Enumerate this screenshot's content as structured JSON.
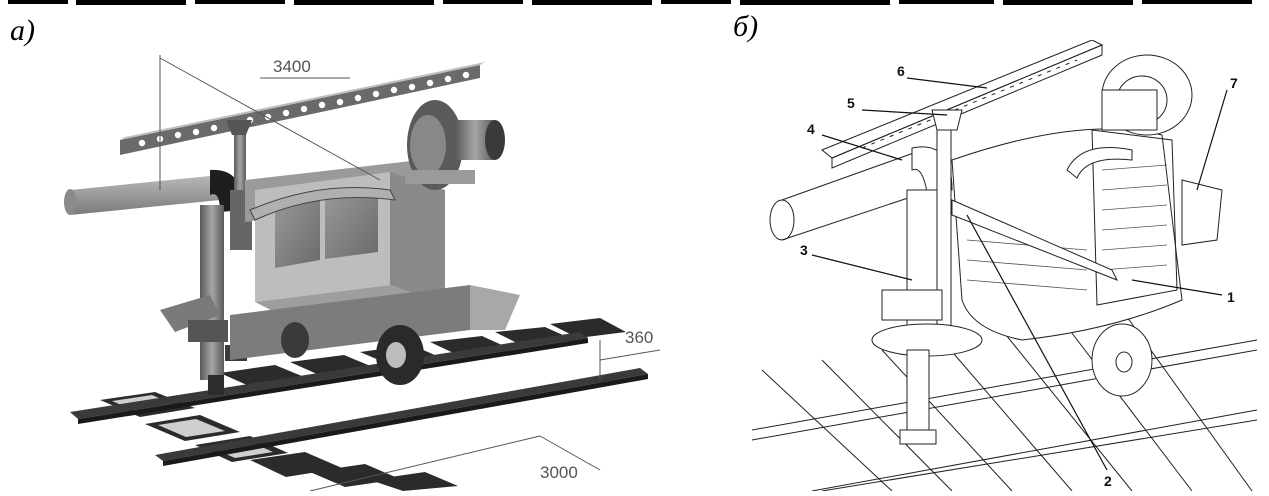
{
  "header_fragment": "... ... ... ... ... ... ... ... ... ... ... ... ...",
  "panels": {
    "a": {
      "letter": "a)"
    },
    "b": {
      "letter": "б)"
    }
  },
  "dimensions": {
    "top_length": "3400",
    "rail_height": "360",
    "gauge_length": "3000"
  },
  "callouts": [
    "1",
    "2",
    "3",
    "4",
    "5",
    "6",
    "7"
  ],
  "colors": {
    "render_dark": "#3a3a3a",
    "render_mid": "#8c8c8c",
    "render_light": "#c8c8c8",
    "sleeper": "#2b2b2b",
    "line_art": "#222222"
  }
}
